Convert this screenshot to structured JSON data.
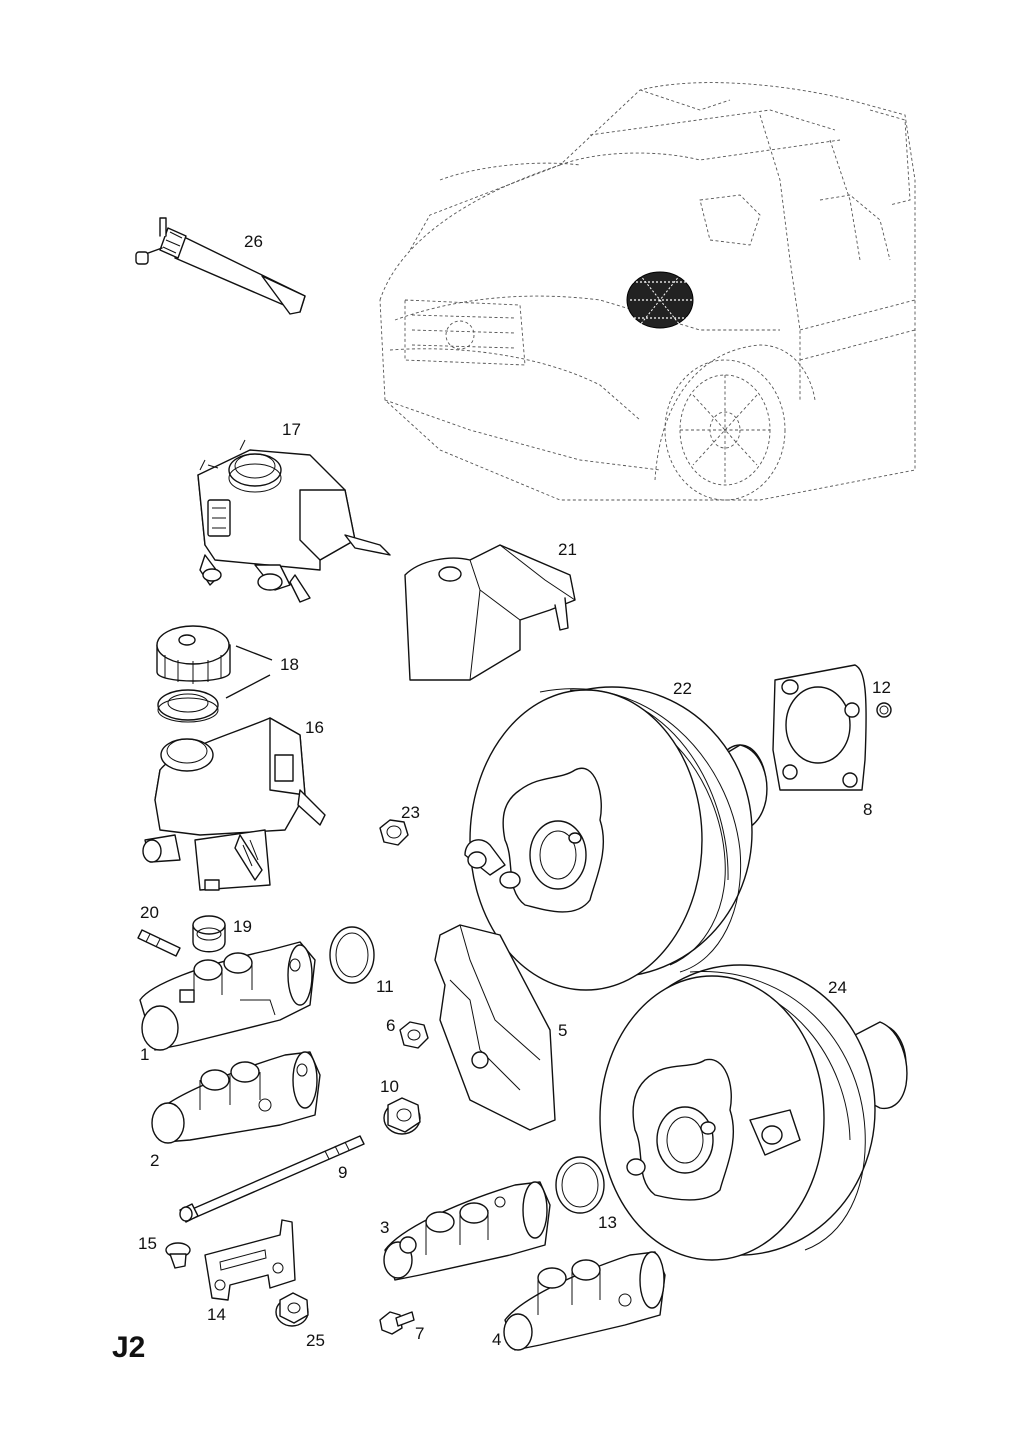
{
  "page_code": "J2",
  "callouts": {
    "c1": "1",
    "c2": "2",
    "c3": "3",
    "c4": "4",
    "c5": "5",
    "c6": "6",
    "c7": "7",
    "c8": "8",
    "c9": "9",
    "c10": "10",
    "c11": "11",
    "c12": "12",
    "c13": "13",
    "c14": "14",
    "c15": "15",
    "c16": "16",
    "c17": "17",
    "c18": "18",
    "c19": "19",
    "c20": "20",
    "c21": "21",
    "c22": "22",
    "c23": "23",
    "c24": "24",
    "c25": "25",
    "c26": "26"
  }
}
